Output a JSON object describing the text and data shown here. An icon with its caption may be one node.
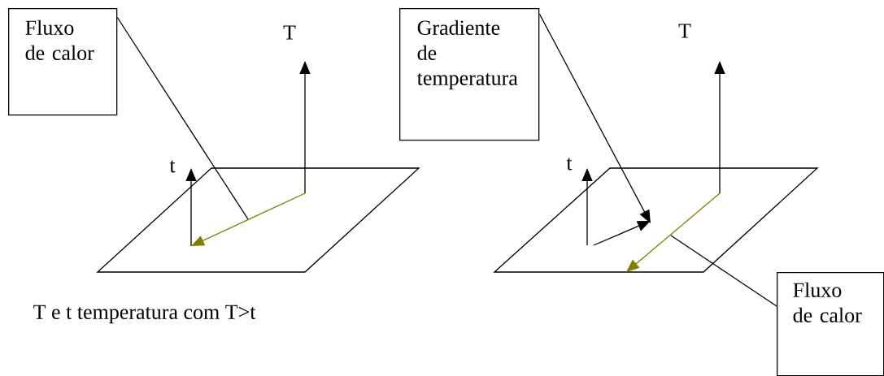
{
  "diagram": {
    "nodes": [
      {
        "text": [
          "Fluxo de calor"
        ]
      },
      {
        "text": [
          "Gradiente de temperatura"
        ]
      },
      {
        "text": [
          "Fluxo de calor"
        ]
      },
      {
        "text": [],
        "shape": "arrow"
      },
      {
        "text": [],
        "shape": "arrow"
      },
      {
        "text": [],
        "shape": "arrow"
      }
    ],
    "edges": [
      {
        "from": 0,
        "to": 3,
        "arrow": "none"
      },
      {
        "from": 1,
        "to": 4,
        "arrow": "to"
      },
      {
        "from": 2,
        "to": 5,
        "arrow": "none"
      }
    ],
    "labels": [
      "T",
      "T",
      "t",
      "t",
      "T e t temperatura com T>t"
    ]
  }
}
